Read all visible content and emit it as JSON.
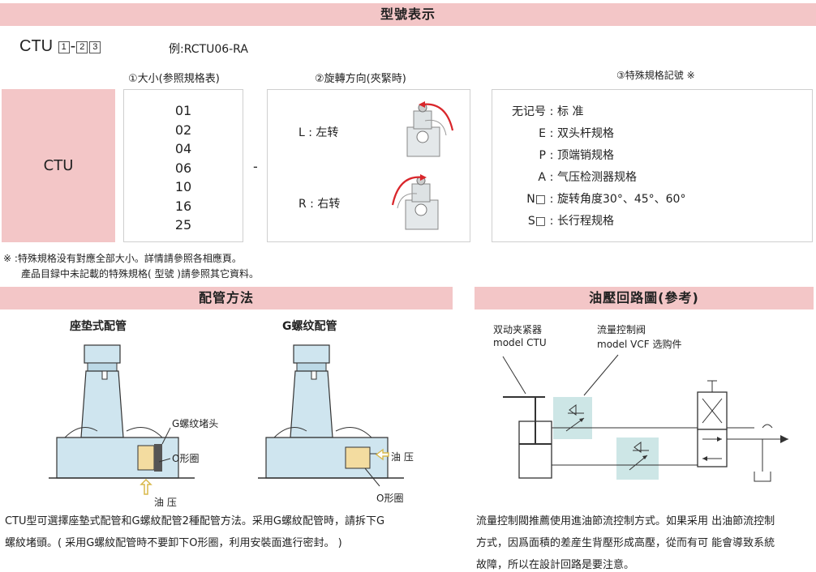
{
  "model_section": {
    "header": "型號表示",
    "model_code": {
      "prefix": "CTU",
      "box1": "1",
      "dash": "-",
      "box2": "2",
      "box3": "3"
    },
    "example": "例:RCTU06-RA",
    "col1_title": "①大小(参照規格表)",
    "col2_title": "②旋轉方向(夾緊時)",
    "col3_title": "③特殊規格記號 ※",
    "product_name": "CTU",
    "sizes": [
      "01",
      "02",
      "04",
      "06",
      "10",
      "16",
      "25"
    ],
    "separator": "-",
    "rotation": [
      {
        "label": "L : 左转"
      },
      {
        "label": "R : 右转"
      }
    ],
    "specs": [
      {
        "code": "无记号",
        "desc": "标 准"
      },
      {
        "code": "E",
        "desc": "双头杆规格"
      },
      {
        "code": "P",
        "desc": "顶端销规格"
      },
      {
        "code": "A",
        "desc": "气压检测器规格"
      },
      {
        "code": "N□",
        "desc": "旋转角度30°、45°、60°"
      },
      {
        "code": "S□",
        "desc": "长行程规格"
      }
    ],
    "note_line1": "※ :特殊規格没有對應全部大小。詳情請參照各相應頁。",
    "note_line2": "產品目録中未記載的特殊規格( 型號 )請參照其它資料。"
  },
  "piping_section": {
    "header": "配管方法",
    "left_title": "座垫式配管",
    "right_title": "G螺纹配管",
    "labels": {
      "g_plug": "G螺纹堵头",
      "o_ring_left": "O形圈",
      "oil_left": "油 压",
      "oil_right": "油 压",
      "o_ring_right": "O形圈"
    },
    "caption_line1": "CTU型可選擇座墊式配管和G螺紋配管2種配管方法。采用G螺紋配管時，請拆下G",
    "caption_line2": "螺紋堵頭。( 采用G螺紋配管時不要卸下O形圈，利用安裝面進行密封。 )"
  },
  "circuit_section": {
    "header": "油壓回路圖(參考)",
    "label_clamp_1": "双动夹紧器",
    "label_clamp_2": "model CTU",
    "label_valve_1": "流量控制阀",
    "label_valve_2": "model VCF 选购件",
    "caption_line1": "流量控制閥推薦使用進油節流控制方式。如果采用 出油節流控制",
    "caption_line2": "方式，因爲面積的差産生背壓形成高壓，從而有可 能會導致系統",
    "caption_line3": "故障，所以在設計回路是要注意。"
  },
  "colors": {
    "band": "#f3c6c7",
    "accent_red": "#d9262b",
    "diagram_blue": "#cfe5ef",
    "valve_fill": "#cde6e6"
  }
}
